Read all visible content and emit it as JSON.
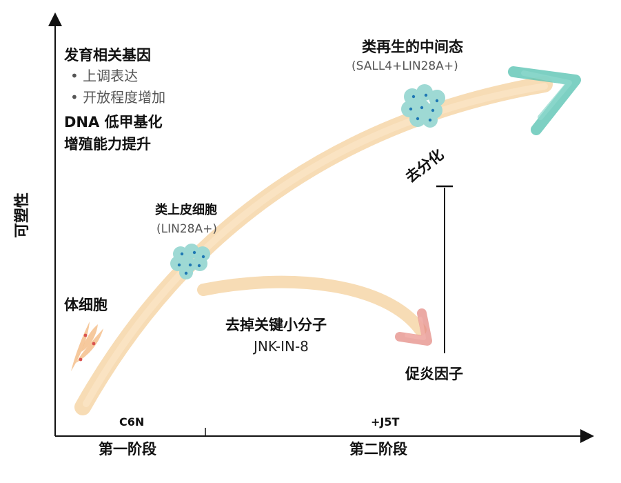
{
  "axes": {
    "y_label": "可塑性",
    "stage1": "第一阶段",
    "stage2": "第二阶段",
    "c6n": "C6N",
    "j5t": "+J5T"
  },
  "topleft": {
    "title": "发育相关基因",
    "bullet1": "• 上调表达",
    "bullet2": "• 开放程度增加",
    "line3": "DNA 低甲基化",
    "line4": "增殖能力提升"
  },
  "cells": {
    "somatic": "体细胞",
    "epithelial": "类上皮细胞",
    "epithelial_marker": "(LIN28A+)",
    "intermediate": "类再生的中间态",
    "intermediate_marker": "(SALL4+LIN28A+)"
  },
  "branch": {
    "remove": "去掉关键小分子",
    "compound": "JNK-IN-8",
    "inflammation": "促炎因子",
    "dediff": "去分化"
  },
  "colors": {
    "main_arrow": "#f6d6a8",
    "teal_head": "#5cc4b4",
    "red_head": "#e48c86",
    "cell_cluster": "#9ed9d4",
    "cell_dot": "#1f78b4",
    "somatic_cell": "#f5c08c"
  }
}
